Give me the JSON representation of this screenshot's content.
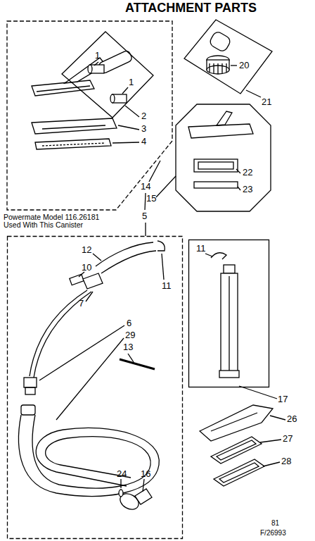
{
  "diagram": {
    "title": "ATTACHMENT PARTS",
    "nodes": [
      {
        "text": [
          "2",
          "3",
          "4"
        ]
      },
      {
        "text": [
          "1",
          "1"
        ],
        "in": 0
      },
      {
        "text": [
          "20"
        ]
      },
      {
        "text": [
          "22",
          "23"
        ]
      },
      {
        "text": [
          "12",
          "10",
          "11",
          "7",
          "6",
          "29",
          "13",
          "24",
          "16"
        ]
      },
      {
        "text": [
          "11"
        ]
      }
    ],
    "labels": [
      "21",
      "14",
      "15",
      "Powermate Model 116.26181 Used With This Canister",
      "5",
      "17",
      "26",
      "27",
      "28",
      "81",
      "F/26993"
    ]
  }
}
